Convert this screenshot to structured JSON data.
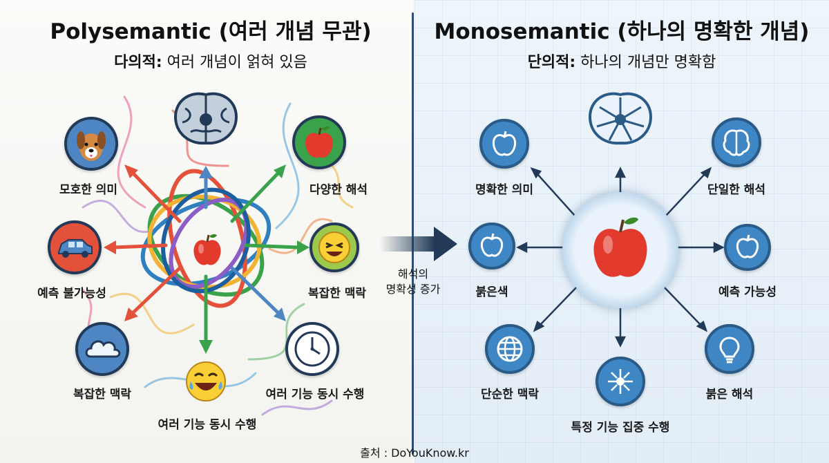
{
  "left": {
    "title": "Polysemantic (여러 개념 무관)",
    "subtitle_bold": "다의적:",
    "subtitle_rest": " 여러 개념이 얽혀 있음",
    "labels": {
      "ambiguous": "모호한 의미",
      "varied": "다양한 해석",
      "unpredictable": "예측 불가능성",
      "complex_right": "복잡한 맥락",
      "complex_bottom": "복잡한 맥락",
      "multi_right": "여러 기능 동시 수행",
      "multi_bottom": "여러 기능 동시 수행"
    }
  },
  "right": {
    "title": "Monosemantic (하나의 명확한 개념)",
    "subtitle_bold": "단의적:",
    "subtitle_rest": " 하나의 개념만 명확함",
    "labels": {
      "clear": "명확한 의미",
      "single": "단일한 해석",
      "red": "붉은색",
      "predictable": "예측 가능성",
      "simple": "단순한 맥락",
      "red_interp": "붉은 해석",
      "focused": "특정 기능 집중 수행"
    }
  },
  "center": {
    "line1": "해석의",
    "line2": "명확성 증가"
  },
  "source": "출처 : DoYouKnow.kr",
  "colors": {
    "navy": "#223a57",
    "blue": "#3f86c4",
    "apple_red": "#e23b2e",
    "divider": "#2f4d6e"
  }
}
